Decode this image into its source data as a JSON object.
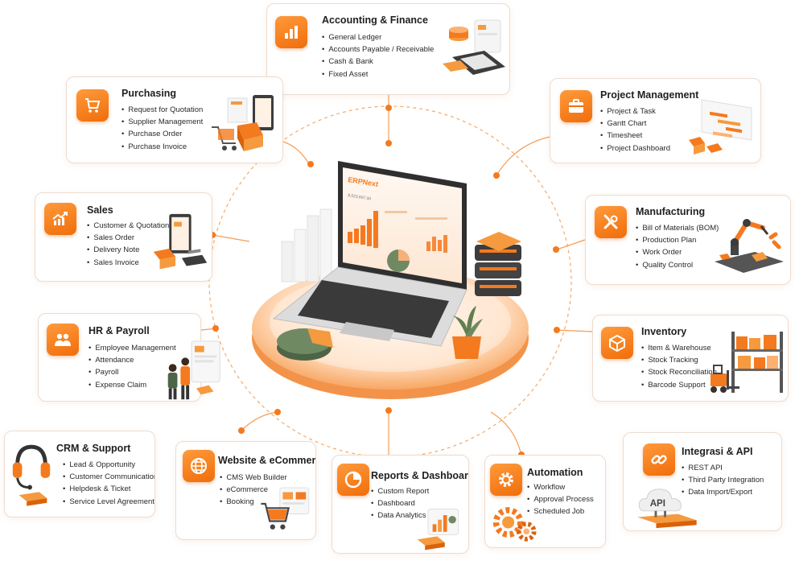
{
  "colors": {
    "accent": "#f47a1f",
    "accent_light": "#ffb070",
    "text": "#1f1f1f",
    "gray_dark": "#4a4a4a",
    "green": "#6f8a62"
  },
  "center": {
    "screen_brand": "ERPNext",
    "screen_sub": "8,523,697.00"
  },
  "modules": [
    {
      "title": "Accounting & Finance",
      "icon": "bar-chart-icon",
      "items": [
        "General Ledger",
        "Accounts Payable / Receivable",
        "Cash & Bank",
        "Fixed Asset"
      ]
    },
    {
      "title": "Purchasing",
      "icon": "shopping-cart-icon",
      "items": [
        "Request for Quotation",
        "Supplier Management",
        "Purchase Order",
        "Purchase Invoice"
      ]
    },
    {
      "title": "Project Management",
      "icon": "briefcase-icon",
      "items": [
        "Project & Task",
        "Gantt Chart",
        "Timesheet",
        "Project Dashboard"
      ]
    },
    {
      "title": "Sales",
      "icon": "trend-up-icon",
      "items": [
        "Customer & Quotation",
        "Sales Order",
        "Delivery Note",
        "Sales Invoice"
      ]
    },
    {
      "title": "Manufacturing",
      "icon": "tools-icon",
      "items": [
        "Bill of Materials (BOM)",
        "Production Plan",
        "Work Order",
        "Quality Control"
      ]
    },
    {
      "title": "HR & Payroll",
      "icon": "people-icon",
      "items": [
        "Employee Management",
        "Attendance",
        "Payroll",
        "Expense Claim"
      ]
    },
    {
      "title": "Inventory",
      "icon": "box-icon",
      "items": [
        "Item & Warehouse",
        "Stock Tracking",
        "Stock Reconciliation",
        "Barcode Support"
      ]
    },
    {
      "title": "CRM & Support",
      "icon": "headset-icon",
      "items": [
        "Lead & Opportunity",
        "Customer Communication",
        "Helpdesk & Ticket",
        "Service Level Agreement"
      ]
    },
    {
      "title": "Website & eCommerce",
      "icon": "globe-icon",
      "items": [
        "CMS Web Builder",
        "eCommerce",
        "Booking"
      ]
    },
    {
      "title": "Reports & Dashboards",
      "icon": "pie-chart-icon",
      "items": [
        "Custom Report",
        "Dashboard",
        "Data Analytics"
      ]
    },
    {
      "title": "Automation",
      "icon": "gear-icon",
      "items": [
        "Workflow",
        "Approval Process",
        "Scheduled Job"
      ]
    },
    {
      "title": "Integrasi & API",
      "icon": "link-icon",
      "items": [
        "REST API",
        "Third Party Integration",
        "Data Import/Export"
      ],
      "illustration_label": "API"
    }
  ]
}
